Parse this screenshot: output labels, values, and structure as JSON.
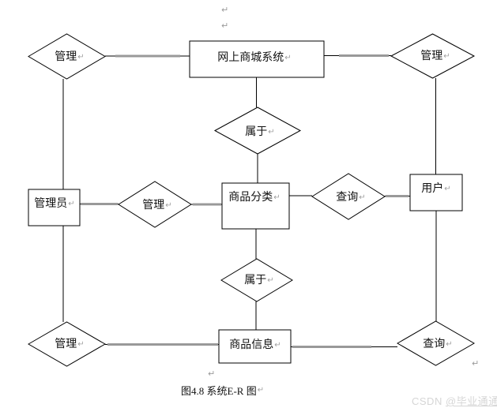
{
  "figure": {
    "caption": "图4.8 系统E-R 图",
    "paragraph_mark": "↵",
    "watermark": {
      "prefix": "CSDN ",
      "handle": "@毕业通通通"
    },
    "colors": {
      "shape_stroke": "#000000",
      "shape_fill": "#ffffff",
      "connector_black": "#000000",
      "connector_gray": "#999999",
      "paragraph_mark_gray": "#9a9a9a",
      "watermark_gray": "#d6d6d6",
      "background": "#ffffff"
    },
    "entities": [
      {
        "id": "mall-system",
        "label": "网上商城系统"
      },
      {
        "id": "administrator",
        "label": "管理员"
      },
      {
        "id": "product-category",
        "label": "商品分类"
      },
      {
        "id": "user",
        "label": "用户"
      },
      {
        "id": "product-info",
        "label": "商品信息"
      }
    ],
    "relationships": [
      {
        "id": "manage-top-left",
        "label": "管理"
      },
      {
        "id": "manage-top-right",
        "label": "管理"
      },
      {
        "id": "belongs-upper",
        "label": "属于"
      },
      {
        "id": "manage-middle",
        "label": "管理"
      },
      {
        "id": "query-middle",
        "label": "查询"
      },
      {
        "id": "belongs-lower",
        "label": "属于"
      },
      {
        "id": "manage-bottom-left",
        "label": "管理"
      },
      {
        "id": "query-bottom-right",
        "label": "查询"
      }
    ]
  }
}
